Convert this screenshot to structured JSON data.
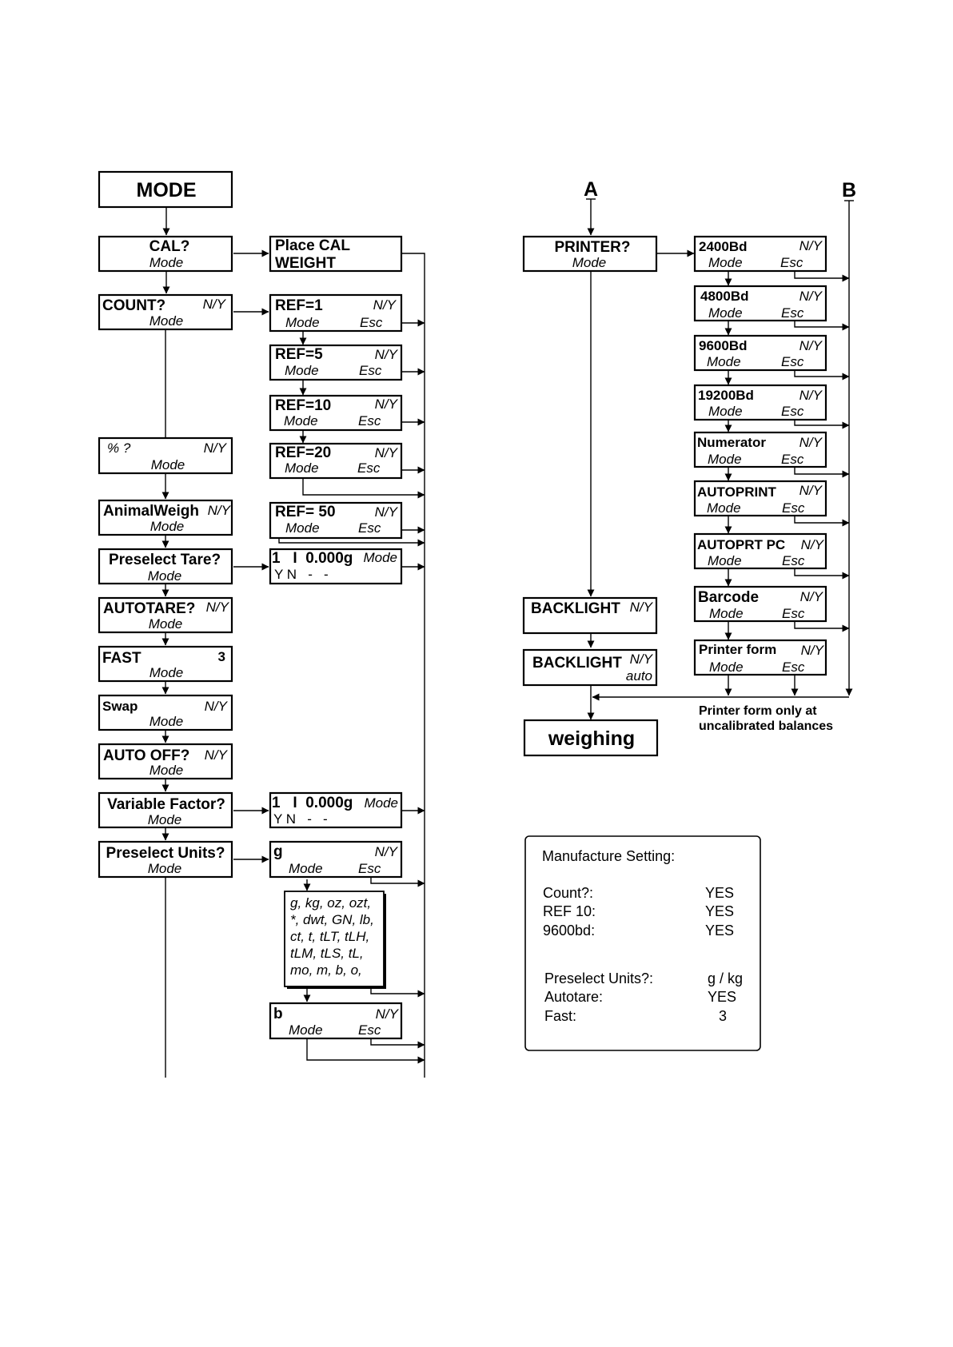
{
  "left_chain": {
    "mode": "MODE",
    "cal": {
      "title": "CAL?",
      "sub": "Mode"
    },
    "count": {
      "title": "COUNT?",
      "opt": "N/Y",
      "sub": "Mode"
    },
    "percent": {
      "title": "% ?",
      "opt": "N/Y",
      "sub": "Mode"
    },
    "animal": {
      "title": "AnimalWeigh",
      "opt": "N/Y",
      "sub": "Mode"
    },
    "preselect_tare": {
      "title": "Preselect Tare?",
      "sub": "Mode"
    },
    "autotare": {
      "title": "AUTOTARE?",
      "opt": "N/Y",
      "sub": "Mode"
    },
    "fast": {
      "title": "FAST",
      "opt": "3",
      "sub": "Mode"
    },
    "swap": {
      "title": "Swap",
      "opt": "N/Y",
      "sub": "Mode"
    },
    "auto_off": {
      "title": "AUTO OFF?",
      "opt": "N/Y",
      "sub": "Mode"
    },
    "variable_factor": {
      "title": "Variable Factor?",
      "sub": "Mode"
    },
    "preselect_units": {
      "title": "Preselect Units?",
      "sub": "Mode"
    }
  },
  "middle_chain": {
    "place_cal": {
      "line1": "Place CAL",
      "line2": "WEIGHT"
    },
    "ref1": {
      "title": "REF=1",
      "opt": "N/Y",
      "mode": "Mode",
      "esc": "Esc"
    },
    "ref5": {
      "title": "REF=5",
      "opt": "N/Y",
      "mode": "Mode",
      "esc": "Esc"
    },
    "ref10": {
      "title": "REF=10",
      "opt": "N/Y",
      "mode": "Mode",
      "esc": "Esc"
    },
    "ref20": {
      "title": "REF=20",
      "opt": "N/Y",
      "mode": "Mode",
      "esc": "Esc"
    },
    "ref50": {
      "title": "REF= 50",
      "opt": "N/Y",
      "mode": "Mode",
      "esc": "Esc"
    },
    "tare_entry": {
      "value": "1   I  0.000g",
      "mode": "Mode",
      "keys": "Y N   -   -"
    },
    "factor_entry": {
      "value": "1   I  0.000g",
      "mode": "Mode",
      "keys": "Y N   -   -"
    },
    "unit_g": {
      "title": "g",
      "opt": "N/Y",
      "mode": "Mode",
      "esc": "Esc"
    },
    "unit_list": [
      "g, kg, oz, ozt,",
      "*, dwt, GN, lb,",
      "ct, t,  tLT, tLH,",
      "tLM, tLS, tL,",
      "mo, m, b, o,"
    ],
    "unit_b": {
      "title": "b",
      "opt": "N/Y",
      "mode": "Mode",
      "esc": "Esc"
    }
  },
  "right_chain": {
    "label_a": "A",
    "label_b": "B",
    "printer": {
      "title": "PRINTER?",
      "sub": "Mode"
    },
    "backlight1": {
      "title": "BACKLIGHT",
      "opt": "N/Y"
    },
    "backlight2": {
      "title": "BACKLIGHT",
      "opt": "N/Y",
      "sub": "auto"
    },
    "weighing": "weighing",
    "baud_boxes": [
      {
        "title": "2400Bd",
        "opt": "N/Y",
        "mode": "Mode",
        "esc": "Esc"
      },
      {
        "title": "4800Bd",
        "opt": "N/Y",
        "mode": "Mode",
        "esc": "Esc"
      },
      {
        "title": "9600Bd",
        "opt": "N/Y",
        "mode": "Mode",
        "esc": "Esc"
      },
      {
        "title": "19200Bd",
        "opt": "N/Y",
        "mode": "Mode",
        "esc": "Esc"
      },
      {
        "title": "Numerator",
        "opt": "N/Y",
        "mode": "Mode",
        "esc": "Esc"
      },
      {
        "title": "AUTOPRINT",
        "opt": "N/Y",
        "mode": "Mode",
        "esc": "Esc"
      },
      {
        "title": "AUTOPRT PC",
        "opt": "N/Y",
        "mode": "Mode",
        "esc": "Esc"
      },
      {
        "title": "Barcode",
        "opt": "N/Y",
        "mode": "Mode",
        "esc": "Esc"
      },
      {
        "title": "Printer form",
        "opt": "N/Y",
        "mode": "Mode",
        "esc": "Esc"
      }
    ],
    "note_line1": "Printer form only at",
    "note_line2": "uncalibrated balances"
  },
  "manufacture": {
    "title": "Manufacture Setting:",
    "rows": [
      {
        "label": "Count?:",
        "value": "YES"
      },
      {
        "label": "REF 10:",
        "value": "YES"
      },
      {
        "label": "9600bd:",
        "value": "YES"
      },
      {
        "label": "Preselect Units?:",
        "value": "g / kg"
      },
      {
        "label": "Autotare:",
        "value": "YES"
      },
      {
        "label": "Fast:",
        "value": "3"
      }
    ]
  }
}
